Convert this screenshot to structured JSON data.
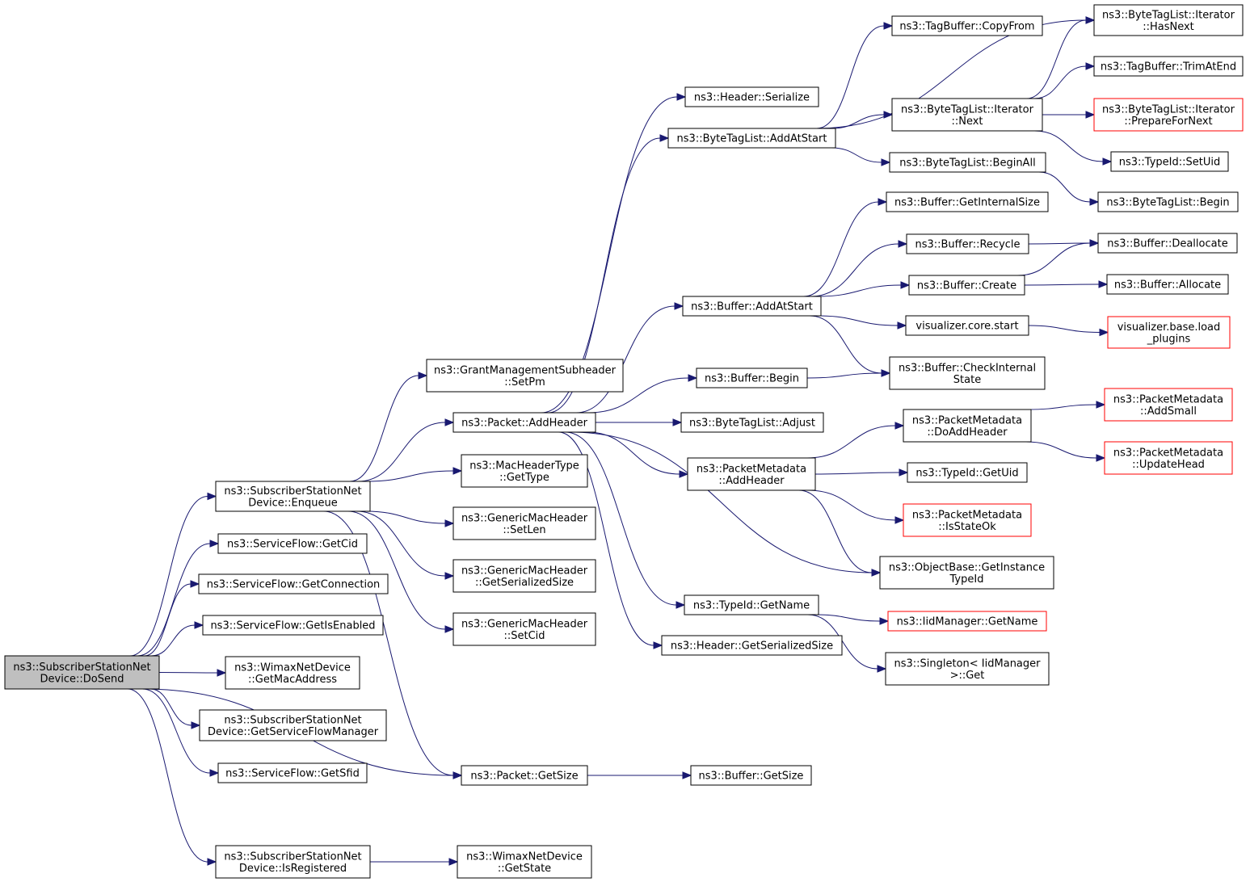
{
  "colors": {
    "edge": "#191970",
    "node_border": "#000000",
    "truncated_node_border": "#ff0000",
    "root_fill": "#bfbfbf",
    "node_fill": "#ffffff"
  },
  "nodes": [
    {
      "id": "n0",
      "lines": [
        "ns3::SubscriberStationNet",
        "Device::DoSend"
      ],
      "root": true
    },
    {
      "id": "n1",
      "lines": [
        "ns3::SubscriberStationNet",
        "Device::Enqueue"
      ]
    },
    {
      "id": "n2",
      "lines": [
        "ns3::ServiceFlow::GetCid"
      ]
    },
    {
      "id": "n3",
      "lines": [
        "ns3::ServiceFlow::GetConnection"
      ]
    },
    {
      "id": "n4",
      "lines": [
        "ns3::ServiceFlow::GetIsEnabled"
      ]
    },
    {
      "id": "n5",
      "lines": [
        "ns3::WimaxNetDevice",
        "::GetMacAddress"
      ]
    },
    {
      "id": "n6",
      "lines": [
        "ns3::SubscriberStationNet",
        "Device::GetServiceFlowManager"
      ]
    },
    {
      "id": "n7",
      "lines": [
        "ns3::ServiceFlow::GetSfid"
      ]
    },
    {
      "id": "n8",
      "lines": [
        "ns3::Packet::GetSize"
      ]
    },
    {
      "id": "n9",
      "lines": [
        "ns3::SubscriberStationNet",
        "Device::IsRegistered"
      ]
    },
    {
      "id": "n10",
      "lines": [
        "ns3::GrantManagementSubheader",
        "::SetPm"
      ]
    },
    {
      "id": "n11",
      "lines": [
        "ns3::Packet::AddHeader"
      ]
    },
    {
      "id": "n12",
      "lines": [
        "ns3::MacHeaderType",
        "::GetType"
      ]
    },
    {
      "id": "n13",
      "lines": [
        "ns3::GenericMacHeader",
        "::SetLen"
      ]
    },
    {
      "id": "n14",
      "lines": [
        "ns3::GenericMacHeader",
        "::GetSerializedSize"
      ]
    },
    {
      "id": "n15",
      "lines": [
        "ns3::GenericMacHeader",
        "::SetCid"
      ]
    },
    {
      "id": "n16",
      "lines": [
        "ns3::Buffer::GetSize"
      ]
    },
    {
      "id": "n17",
      "lines": [
        "ns3::WimaxNetDevice",
        "::GetState"
      ]
    },
    {
      "id": "n18",
      "lines": [
        "ns3::Header::Serialize"
      ]
    },
    {
      "id": "n19",
      "lines": [
        "ns3::ByteTagList::AddAtStart"
      ]
    },
    {
      "id": "n20",
      "lines": [
        "ns3::Buffer::AddAtStart"
      ]
    },
    {
      "id": "n21",
      "lines": [
        "ns3::Buffer::Begin"
      ]
    },
    {
      "id": "n22",
      "lines": [
        "ns3::ByteTagList::Adjust"
      ]
    },
    {
      "id": "n23",
      "lines": [
        "ns3::PacketMetadata",
        "::AddHeader"
      ]
    },
    {
      "id": "n24",
      "lines": [
        "ns3::TypeId::GetName"
      ]
    },
    {
      "id": "n25",
      "lines": [
        "ns3::Header::GetSerializedSize"
      ]
    },
    {
      "id": "n26",
      "lines": [
        "ns3::TagBuffer::CopyFrom"
      ]
    },
    {
      "id": "n27",
      "lines": [
        "ns3::ByteTagList::Iterator",
        "::Next"
      ]
    },
    {
      "id": "n28",
      "lines": [
        "ns3::ByteTagList::BeginAll"
      ]
    },
    {
      "id": "n29",
      "lines": [
        "ns3::Buffer::GetInternalSize"
      ]
    },
    {
      "id": "n30",
      "lines": [
        "ns3::Buffer::Recycle"
      ]
    },
    {
      "id": "n31",
      "lines": [
        "ns3::Buffer::Create"
      ]
    },
    {
      "id": "n32",
      "lines": [
        "visualizer.core.start"
      ]
    },
    {
      "id": "n33",
      "lines": [
        "ns3::Buffer::CheckInternal",
        "State"
      ]
    },
    {
      "id": "n34",
      "lines": [
        "ns3::PacketMetadata",
        "::DoAddHeader"
      ]
    },
    {
      "id": "n35",
      "lines": [
        "ns3::TypeId::GetUid"
      ]
    },
    {
      "id": "n36",
      "lines": [
        "ns3::PacketMetadata",
        "::IsStateOk"
      ],
      "truncated": true
    },
    {
      "id": "n37",
      "lines": [
        "ns3::ObjectBase::GetInstance",
        "TypeId"
      ]
    },
    {
      "id": "n38",
      "lines": [
        "ns3::IidManager::GetName"
      ],
      "truncated": true
    },
    {
      "id": "n39",
      "lines": [
        "ns3::Singleton< IidManager",
        ">::Get"
      ]
    },
    {
      "id": "n40",
      "lines": [
        "ns3::ByteTagList::Iterator",
        "::HasNext"
      ]
    },
    {
      "id": "n41",
      "lines": [
        "ns3::TagBuffer::TrimAtEnd"
      ]
    },
    {
      "id": "n42",
      "lines": [
        "ns3::ByteTagList::Iterator",
        "::PrepareForNext"
      ],
      "truncated": true
    },
    {
      "id": "n43",
      "lines": [
        "ns3::TypeId::SetUid"
      ]
    },
    {
      "id": "n44",
      "lines": [
        "ns3::ByteTagList::Begin"
      ]
    },
    {
      "id": "n45",
      "lines": [
        "ns3::Buffer::Deallocate"
      ]
    },
    {
      "id": "n46",
      "lines": [
        "ns3::Buffer::Allocate"
      ]
    },
    {
      "id": "n47",
      "lines": [
        "visualizer.base.load",
        "_plugins"
      ],
      "truncated": true
    },
    {
      "id": "n48",
      "lines": [
        "ns3::PacketMetadata",
        "::AddSmall"
      ],
      "truncated": true
    },
    {
      "id": "n49",
      "lines": [
        "ns3::PacketMetadata",
        "::UpdateHead"
      ],
      "truncated": true
    }
  ],
  "edges": [
    [
      "n0",
      "n1"
    ],
    [
      "n0",
      "n2"
    ],
    [
      "n0",
      "n3"
    ],
    [
      "n0",
      "n4"
    ],
    [
      "n0",
      "n5"
    ],
    [
      "n0",
      "n6"
    ],
    [
      "n0",
      "n7"
    ],
    [
      "n0",
      "n8"
    ],
    [
      "n0",
      "n9"
    ],
    [
      "n1",
      "n10"
    ],
    [
      "n1",
      "n11"
    ],
    [
      "n1",
      "n12"
    ],
    [
      "n1",
      "n13"
    ],
    [
      "n1",
      "n14"
    ],
    [
      "n1",
      "n15"
    ],
    [
      "n1",
      "n8"
    ],
    [
      "n8",
      "n16"
    ],
    [
      "n9",
      "n17"
    ],
    [
      "n11",
      "n18"
    ],
    [
      "n11",
      "n19"
    ],
    [
      "n11",
      "n20"
    ],
    [
      "n11",
      "n21"
    ],
    [
      "n11",
      "n22"
    ],
    [
      "n11",
      "n23"
    ],
    [
      "n11",
      "n24"
    ],
    [
      "n11",
      "n25"
    ],
    [
      "n11",
      "n37"
    ],
    [
      "n19",
      "n26"
    ],
    [
      "n19",
      "n40"
    ],
    [
      "n19",
      "n27"
    ],
    [
      "n19",
      "n28"
    ],
    [
      "n27",
      "n40"
    ],
    [
      "n27",
      "n41"
    ],
    [
      "n27",
      "n42"
    ],
    [
      "n27",
      "n43"
    ],
    [
      "n28",
      "n44"
    ],
    [
      "n20",
      "n29"
    ],
    [
      "n20",
      "n30"
    ],
    [
      "n20",
      "n31"
    ],
    [
      "n20",
      "n32"
    ],
    [
      "n20",
      "n33"
    ],
    [
      "n30",
      "n45"
    ],
    [
      "n31",
      "n45"
    ],
    [
      "n31",
      "n46"
    ],
    [
      "n32",
      "n47"
    ],
    [
      "n21",
      "n33"
    ],
    [
      "n23",
      "n34"
    ],
    [
      "n23",
      "n35"
    ],
    [
      "n23",
      "n36"
    ],
    [
      "n23",
      "n37"
    ],
    [
      "n34",
      "n48"
    ],
    [
      "n34",
      "n49"
    ],
    [
      "n24",
      "n38"
    ],
    [
      "n24",
      "n39"
    ]
  ]
}
